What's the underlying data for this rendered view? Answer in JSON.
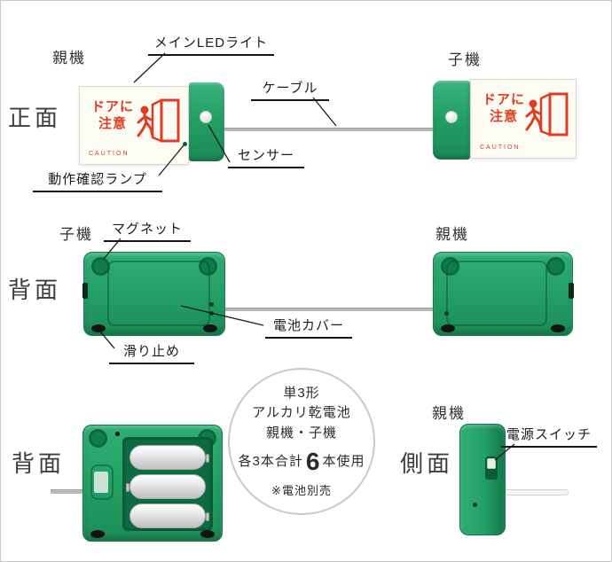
{
  "front": {
    "view_label": "正面",
    "left_unit": "親機",
    "right_unit": "子機",
    "callout_main_led": "メインLEDライト",
    "callout_cable": "ケーブル",
    "callout_sensor": "センサー",
    "callout_status_lamp": "動作確認ランプ",
    "panel": {
      "line1": "ドアに",
      "line2": "注意",
      "caution": "CAUTION"
    }
  },
  "back": {
    "view_label": "背面",
    "left_unit": "子機",
    "right_unit": "親機",
    "callout_magnet": "マグネット",
    "callout_battery_cover": "電池カバー",
    "callout_antislip": "滑り止め"
  },
  "bottom": {
    "back_view_label": "背面",
    "side_view_label": "側面",
    "unit": "親機",
    "callout_power_switch": "電源スイッチ",
    "battery_note": {
      "line1": "単3形",
      "line2": "アルカリ乾電池",
      "line3": "親機・子機",
      "line4_pre": "各3本合計",
      "line4_num": "6",
      "line4_post": "本使用",
      "line5": "※電池別売"
    }
  }
}
